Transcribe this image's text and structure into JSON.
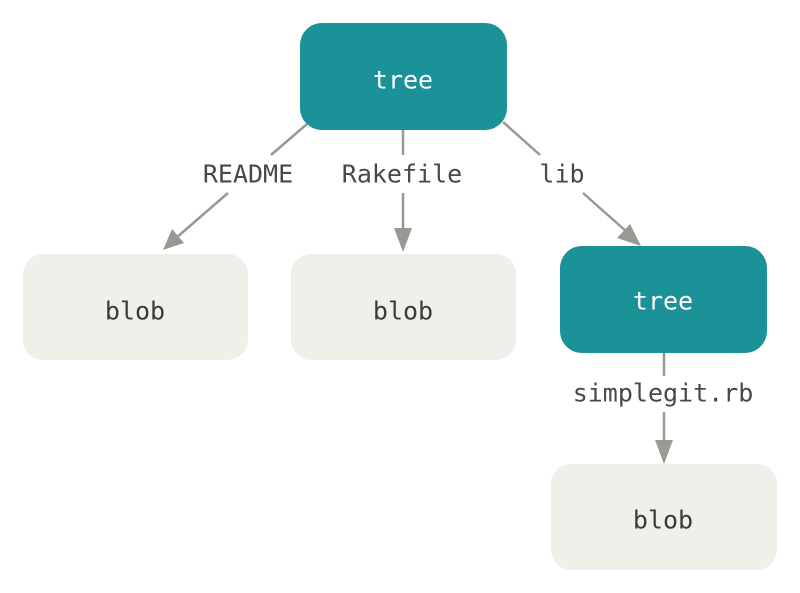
{
  "colors": {
    "tree_fill": "#1b9198",
    "tree_text": "#ffffff",
    "blob_fill": "#f0efea",
    "blob_text": "#3d3b39",
    "edge": "#9a9892",
    "edge_text": "#4a4745"
  },
  "nodes": {
    "root_tree": {
      "label": "tree",
      "kind": "tree"
    },
    "blob_readme": {
      "label": "blob",
      "kind": "blob"
    },
    "blob_rakefile": {
      "label": "blob",
      "kind": "blob"
    },
    "lib_tree": {
      "label": "tree",
      "kind": "tree"
    },
    "blob_simplegit": {
      "label": "blob",
      "kind": "blob"
    }
  },
  "edges": {
    "readme": {
      "label": "README",
      "from": "root_tree",
      "to": "blob_readme"
    },
    "rakefile": {
      "label": "Rakefile",
      "from": "root_tree",
      "to": "blob_rakefile"
    },
    "lib": {
      "label": "lib",
      "from": "root_tree",
      "to": "lib_tree"
    },
    "simplegit": {
      "label": "simplegit.rb",
      "from": "lib_tree",
      "to": "blob_simplegit"
    }
  }
}
